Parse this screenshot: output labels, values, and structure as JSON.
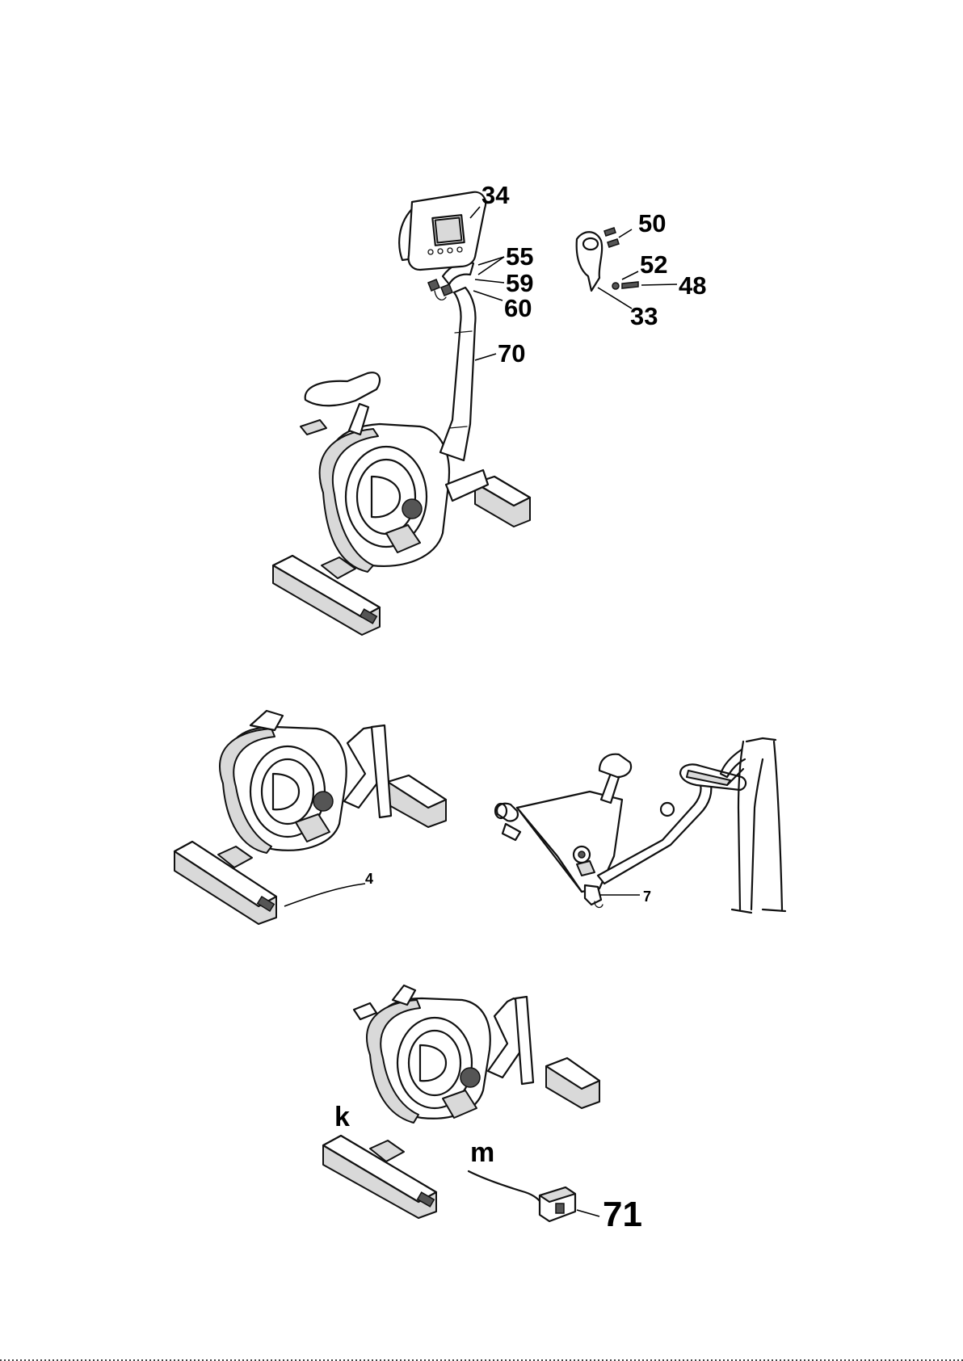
{
  "figure1": {
    "labels": [
      "34",
      "55",
      "59",
      "60",
      "50",
      "52",
      "48",
      "33",
      "70"
    ]
  },
  "figure2": {
    "labels": [
      "4",
      "7"
    ]
  },
  "figure3": {
    "labels": [
      "k",
      "m",
      "71"
    ]
  }
}
